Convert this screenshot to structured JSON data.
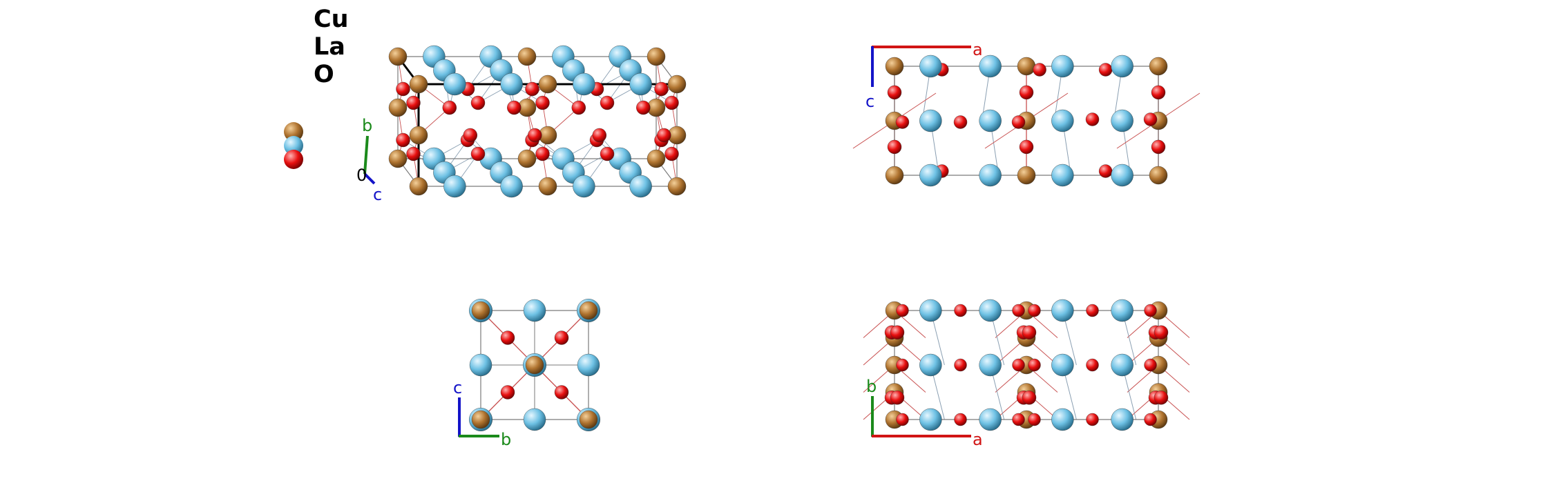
{
  "legend": {
    "elements": [
      "Cu",
      "La",
      "O"
    ]
  },
  "colors": {
    "Cu": "#b07430",
    "La": "#6ec1e4",
    "O": "#e81010",
    "axis_a": "#d11414",
    "axis_b": "#1b8a1b",
    "axis_c": "#1414c8",
    "axis_origin": "#000000",
    "bond_cu_o": "#c85050",
    "bond_la_o": "#8a9fb2",
    "cell": "#7a7a7a"
  },
  "views": {
    "perspective": {
      "axis_labels": {
        "b": "b",
        "c": "c",
        "origin": "0"
      }
    },
    "top_right": {
      "axis_labels": {
        "a": "a",
        "c": "c"
      }
    },
    "bottom_left": {
      "axis_labels": {
        "b": "b",
        "c": "c"
      }
    },
    "bottom_right": {
      "axis_labels": {
        "a": "a",
        "b": "b"
      }
    }
  }
}
